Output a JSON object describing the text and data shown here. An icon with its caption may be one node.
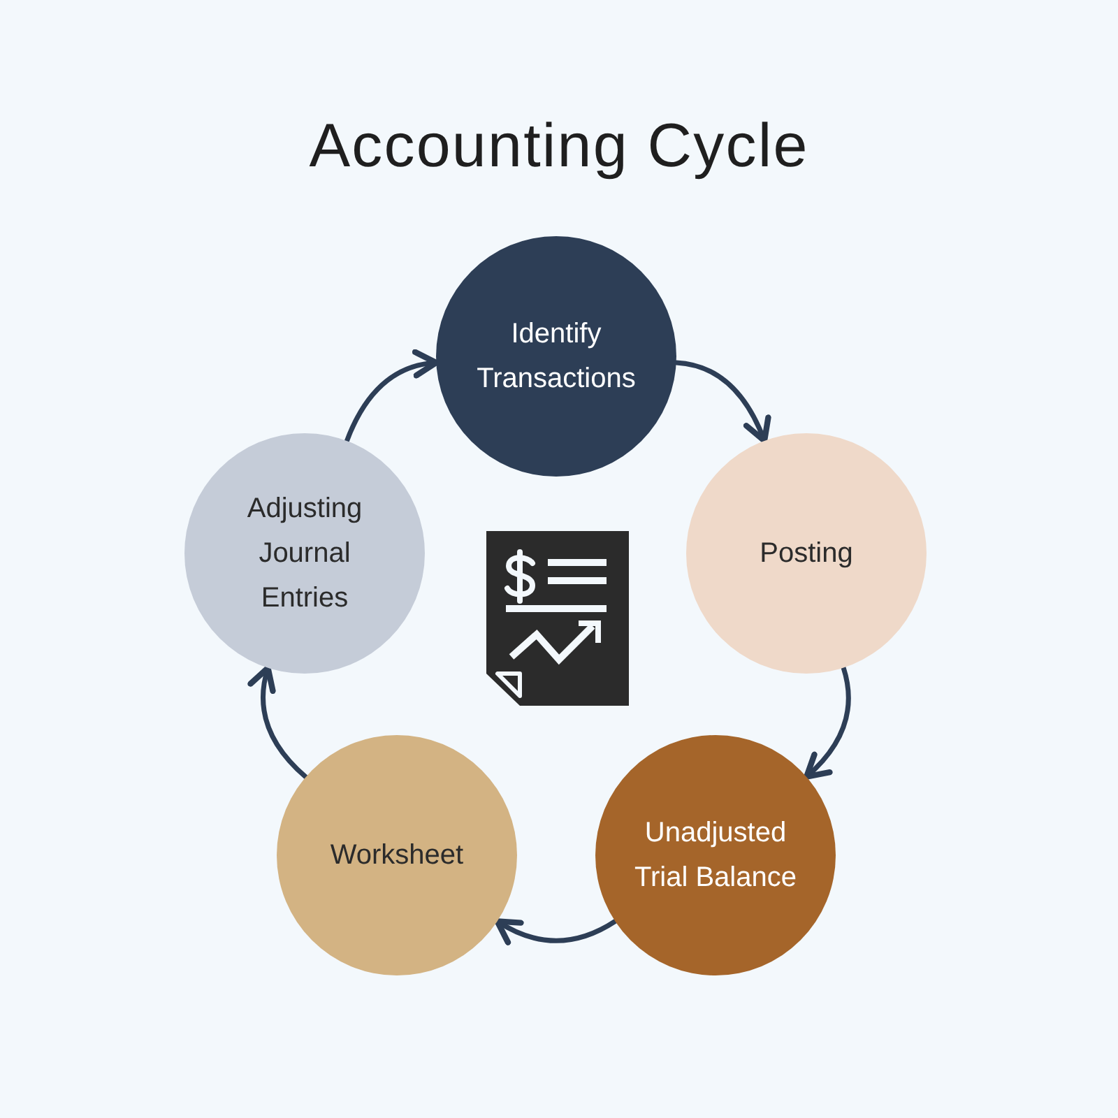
{
  "diagram": {
    "title": "Accounting Cycle",
    "nodes": [
      {
        "text": [
          "Identify Transactions"
        ]
      },
      {
        "text": [
          "Posting"
        ]
      },
      {
        "text": [
          "Unadjusted Trial Balance"
        ]
      },
      {
        "text": [
          "Worksheet"
        ]
      },
      {
        "text": [
          "Adjusting Journal Entries"
        ]
      }
    ],
    "edges": [
      {
        "from": 0,
        "to": 1,
        "arrow": "to"
      },
      {
        "from": 1,
        "to": 2,
        "arrow": "to"
      },
      {
        "from": 2,
        "to": 3,
        "arrow": "to"
      },
      {
        "from": 3,
        "to": 4,
        "arrow": "to"
      },
      {
        "from": 4,
        "to": 0,
        "arrow": "to"
      }
    ]
  }
}
